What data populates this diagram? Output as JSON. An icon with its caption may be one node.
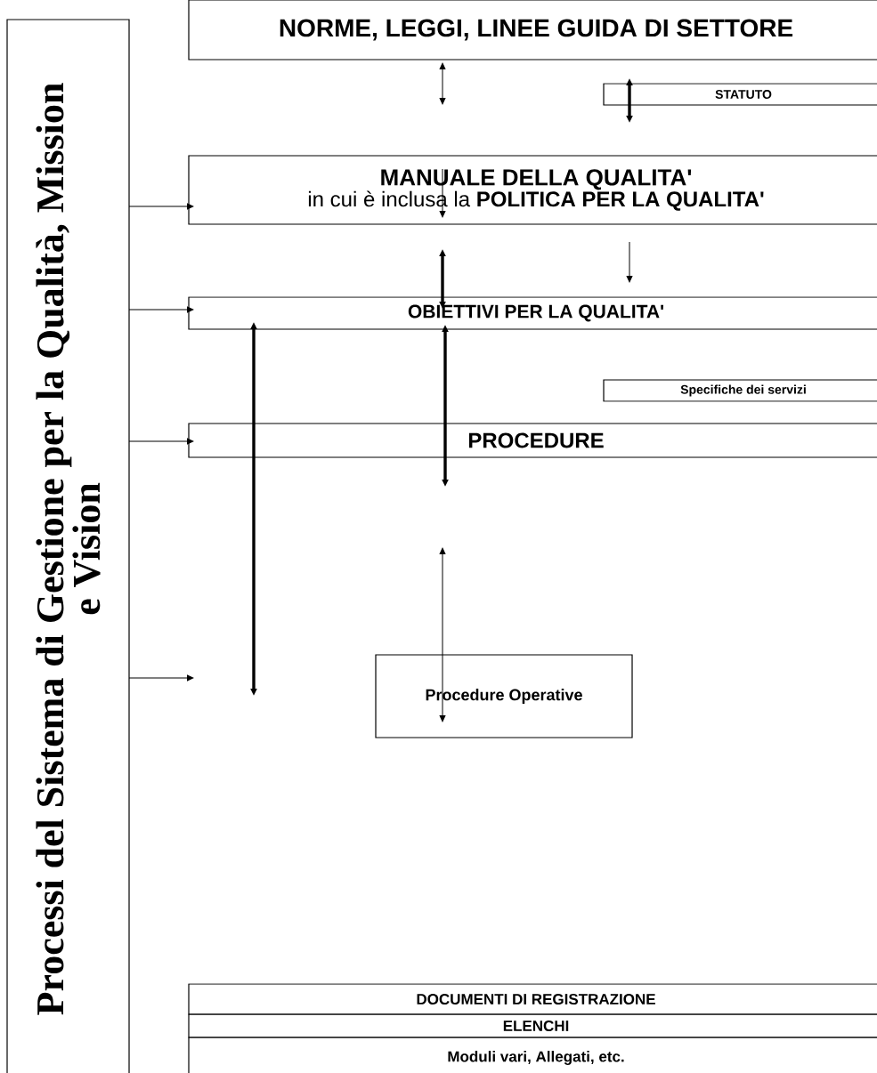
{
  "diagram": {
    "nodes": [
      {
        "text": [
          "Processi del Sistema di Gestione per la Qualità, Mission e Vision"
        ]
      },
      {
        "text": [
          "NORME, LEGGI, LINEE GUIDA DI SETTORE"
        ]
      },
      {
        "text": [
          "STATUTO"
        ]
      },
      {
        "text": [
          "MANUALE DELLA QUALITA'",
          "in cui è inclusa la **POLITICA PER LA QUALITA'**"
        ]
      },
      {
        "text": [
          "OBIETTIVI PER LA QUALITA'"
        ]
      },
      {
        "text": [
          "Specifiche dei servizi"
        ]
      },
      {
        "text": [
          "PROCEDURE"
        ]
      },
      {
        "text": [
          "Procedure Operative"
        ]
      },
      {
        "text": [
          "DOCUMENTI DI REGISTRAZIONE"
        ]
      },
      {
        "text": [
          "ELENCHI"
        ]
      },
      {
        "text": [
          "Moduli vari, Allegati, etc."
        ]
      }
    ],
    "edges": [
      {
        "from": 0,
        "to": 3,
        "arrow": "to"
      },
      {
        "from": 0,
        "to": 4,
        "arrow": "to"
      },
      {
        "from": 0,
        "to": 6,
        "arrow": "to"
      },
      {
        "from": 0,
        "to": null,
        "arrow": "to"
      },
      {
        "from": 1,
        "to": null,
        "arrow": "both"
      },
      {
        "from": 2,
        "to": null,
        "arrow": "both",
        "style": "thick"
      },
      {
        "from": 3,
        "to": null,
        "arrow": "to"
      },
      {
        "from": 3,
        "to": 4,
        "arrow": "both",
        "style": "thick"
      },
      {
        "from": 3,
        "to": 4,
        "arrow": "to"
      },
      {
        "from": 4,
        "to": null,
        "arrow": "both",
        "style": "thick"
      },
      {
        "from": 4,
        "to": 6,
        "arrow": "both",
        "style": "thick"
      },
      {
        "from": null,
        "to": 7,
        "arrow": "both"
      }
    ]
  }
}
